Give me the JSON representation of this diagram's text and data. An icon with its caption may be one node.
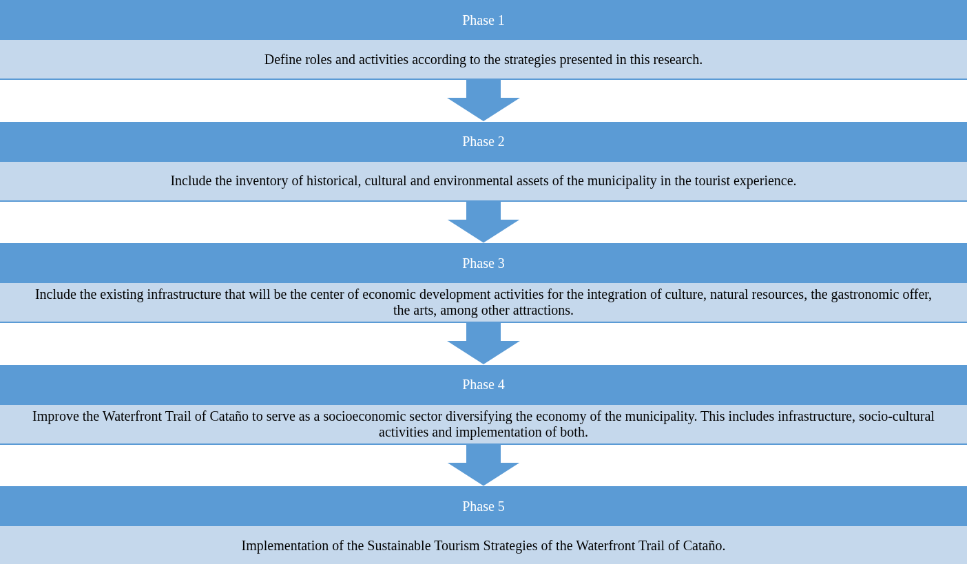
{
  "diagram": {
    "nodes": [
      {
        "text": [
          "Phase 1",
          "Define roles and activities according to the strategies presented in this research."
        ]
      },
      {
        "text": [
          "Phase 2",
          "Include the inventory of historical, cultural and environmental assets of the municipality in the tourist experience."
        ]
      },
      {
        "text": [
          "Phase 3",
          "Include the existing infrastructure that will be the center of economic development activities for the integration of culture, natural resources, the gastronomic offer, the arts, among other attractions."
        ]
      },
      {
        "text": [
          "Phase 4",
          "Improve the Waterfront Trail of Cataño to serve as a socioeconomic sector diversifying the economy of the municipality. This includes infrastructure, socio-cultural activities and implementation of both."
        ]
      },
      {
        "text": [
          "Phase 5",
          "Implementation of the Sustainable Tourism Strategies of the Waterfront Trail of Cataño."
        ]
      }
    ],
    "edges": [
      {
        "from": 0,
        "to": 1,
        "arrow": "to"
      },
      {
        "from": 1,
        "to": 2,
        "arrow": "to"
      },
      {
        "from": 2,
        "to": 3,
        "arrow": "to"
      },
      {
        "from": 3,
        "to": 4,
        "arrow": "to"
      }
    ]
  }
}
